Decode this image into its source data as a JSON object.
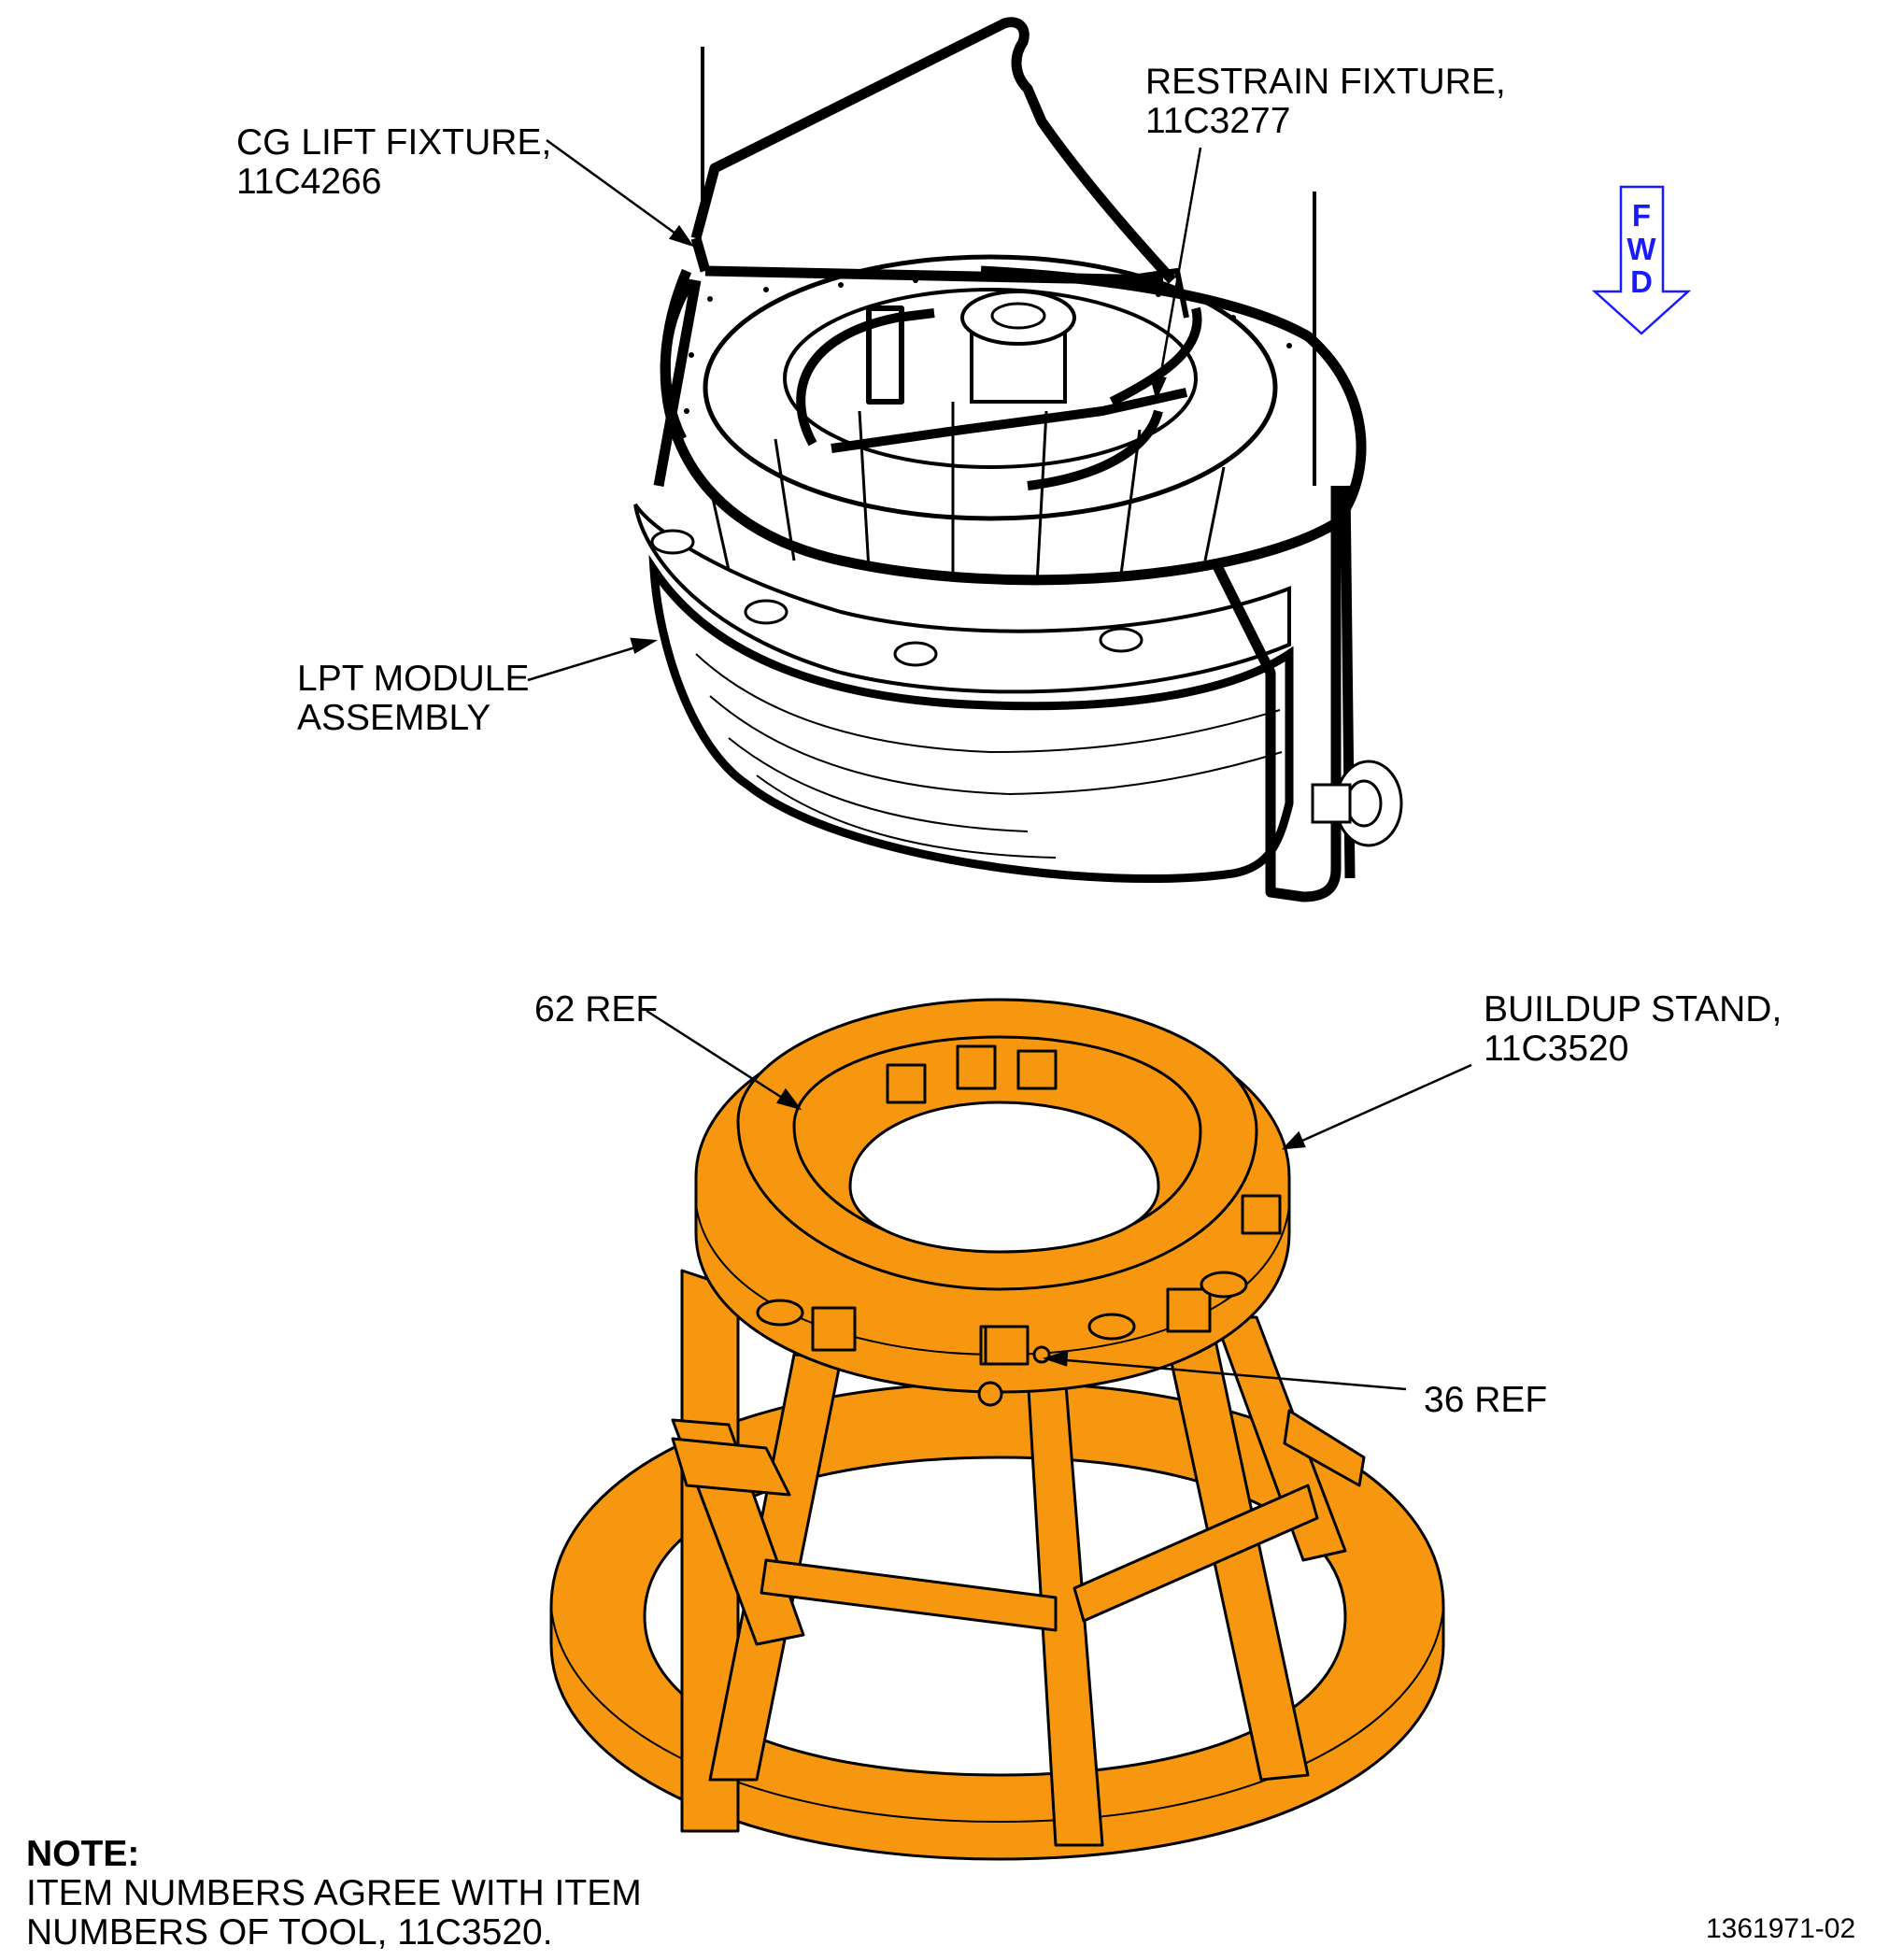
{
  "labels": {
    "cg_lift_fixture": [
      "CG LIFT FIXTURE,",
      "11C4266"
    ],
    "restrain_fixture": [
      "RESTRAIN FIXTURE,",
      "11C3277"
    ],
    "lpt_module_assembly": [
      "LPT MODULE",
      "ASSEMBLY"
    ],
    "ref_62": "62 REF",
    "buildup_stand": [
      "BUILDUP STAND,",
      "11C3520"
    ],
    "ref_36": "36 REF"
  },
  "fwd_arrow": {
    "letters": [
      "F",
      "W",
      "D"
    ],
    "color": "#1a1aff"
  },
  "note": {
    "heading": "NOTE:",
    "lines": [
      "ITEM NUMBERS AGREE WITH ITEM",
      "NUMBERS OF TOOL, 11C3520."
    ]
  },
  "figure_id": "1361971-02",
  "colors": {
    "stand": "#f7970f",
    "ink": "#000000",
    "highlight_outline": "#000000"
  }
}
